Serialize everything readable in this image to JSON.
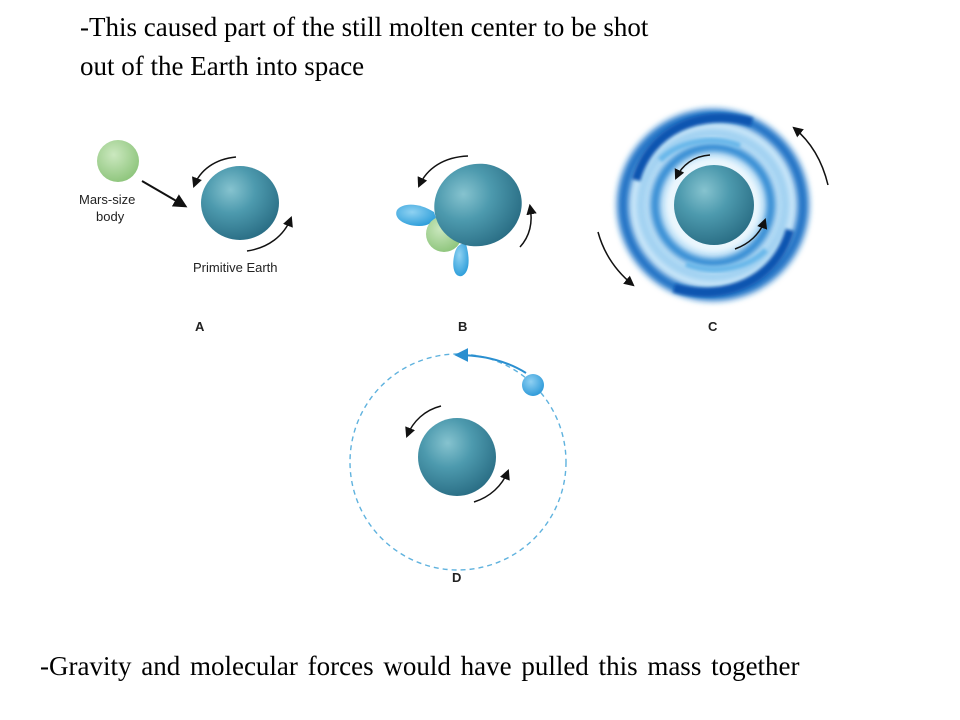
{
  "captions": {
    "top_lines": [
      "-This caused part of the still molten center to be shot",
      "out of the Earth into space"
    ],
    "bottom": "-Gravity and molecular forces would have pulled this mass together"
  },
  "diagram": {
    "labels": {
      "mars_line1": "Mars-size",
      "mars_line2": "body",
      "primitive_earth": "Primitive Earth"
    },
    "panels": {
      "a": "A",
      "b": "B",
      "c": "C",
      "d": "D"
    }
  },
  "colors": {
    "earth": "#3f8ea2",
    "mars_body": "#9ccf8a",
    "ejecta": "#3aa9df",
    "debris_ring": "#1d6fc4",
    "orbit": "#5fb2de",
    "arrow": "#111111"
  }
}
